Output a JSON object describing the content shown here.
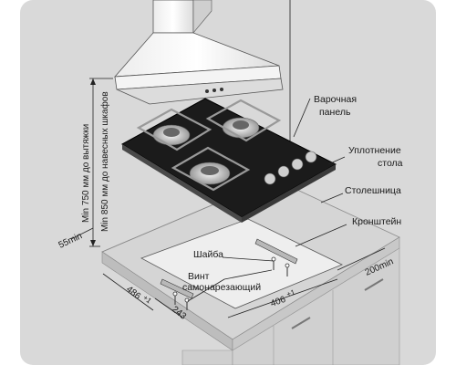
{
  "labels": {
    "hob_line1": "Варочная",
    "hob_line2": "панель",
    "seal_line1": "Уплотнение",
    "seal_line2": "стола",
    "worktop": "Столешница",
    "bracket": "Кронштейн",
    "washer": "Шайба",
    "screw_line1": "Винт",
    "screw_line2": "самонарезающий"
  },
  "dimensions": {
    "hood_distance_1": "Min 750 мм до вытяжки",
    "hood_distance_2": "Min 850 мм до навесных шкафов",
    "side_gap": "55min",
    "back_gap": "200min",
    "cutout_width": "406",
    "cutout_width_tol": "+1",
    "cutout_depth": "486",
    "cutout_depth_tol": "+1",
    "bracket_offset": "243"
  },
  "colors": {
    "background": "#d9d9d9",
    "glass": "#1b1b1b",
    "worktop": "#d5d5d5",
    "steel": "#e4e4e4",
    "cabinet": "#d0d0d0"
  }
}
